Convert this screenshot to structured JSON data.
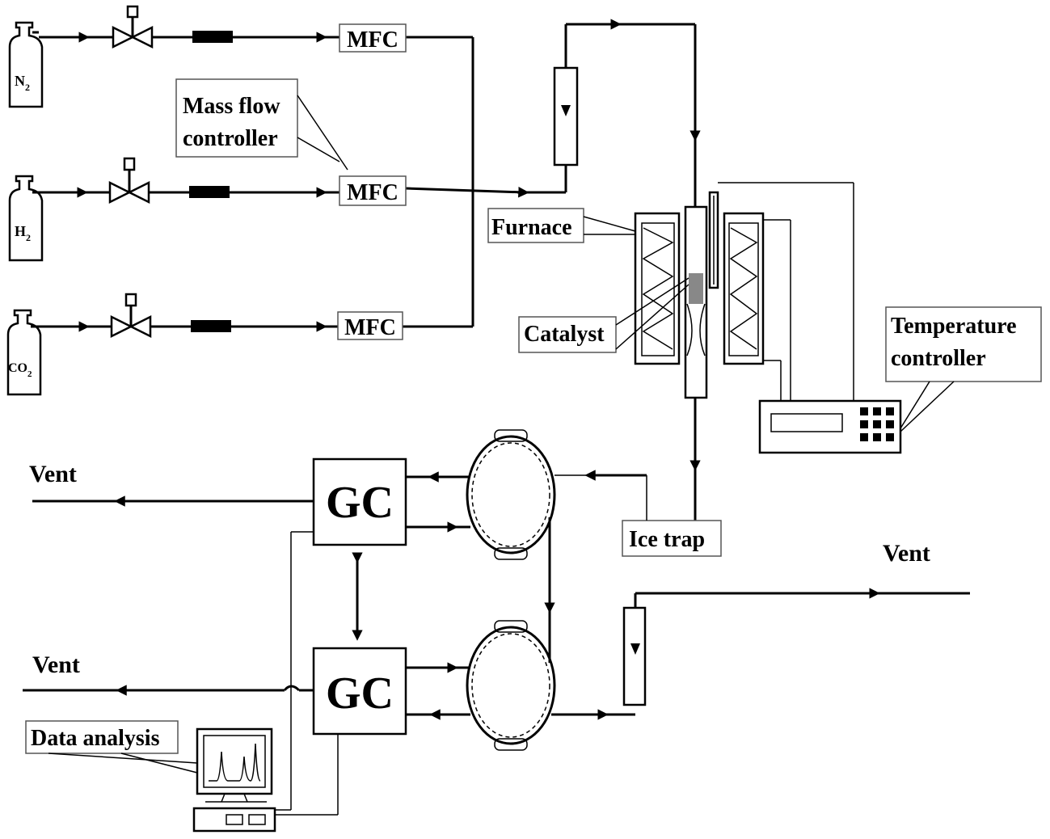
{
  "gases": {
    "n2": "N2",
    "n2_sub": "2",
    "h2": "H2",
    "h2_sub": "2",
    "co2": "CO2",
    "co2_sub": "2"
  },
  "labels": {
    "mfc": "MFC",
    "mass_flow_1": "Mass flow",
    "mass_flow_2": "controller",
    "furnace": "Furnace",
    "catalyst": "Catalyst",
    "temp_1": "Temperature",
    "temp_2": "controller",
    "ice_trap": "Ice trap",
    "gc": "GC",
    "vent": "Vent",
    "data_analysis": "Data analysis"
  }
}
